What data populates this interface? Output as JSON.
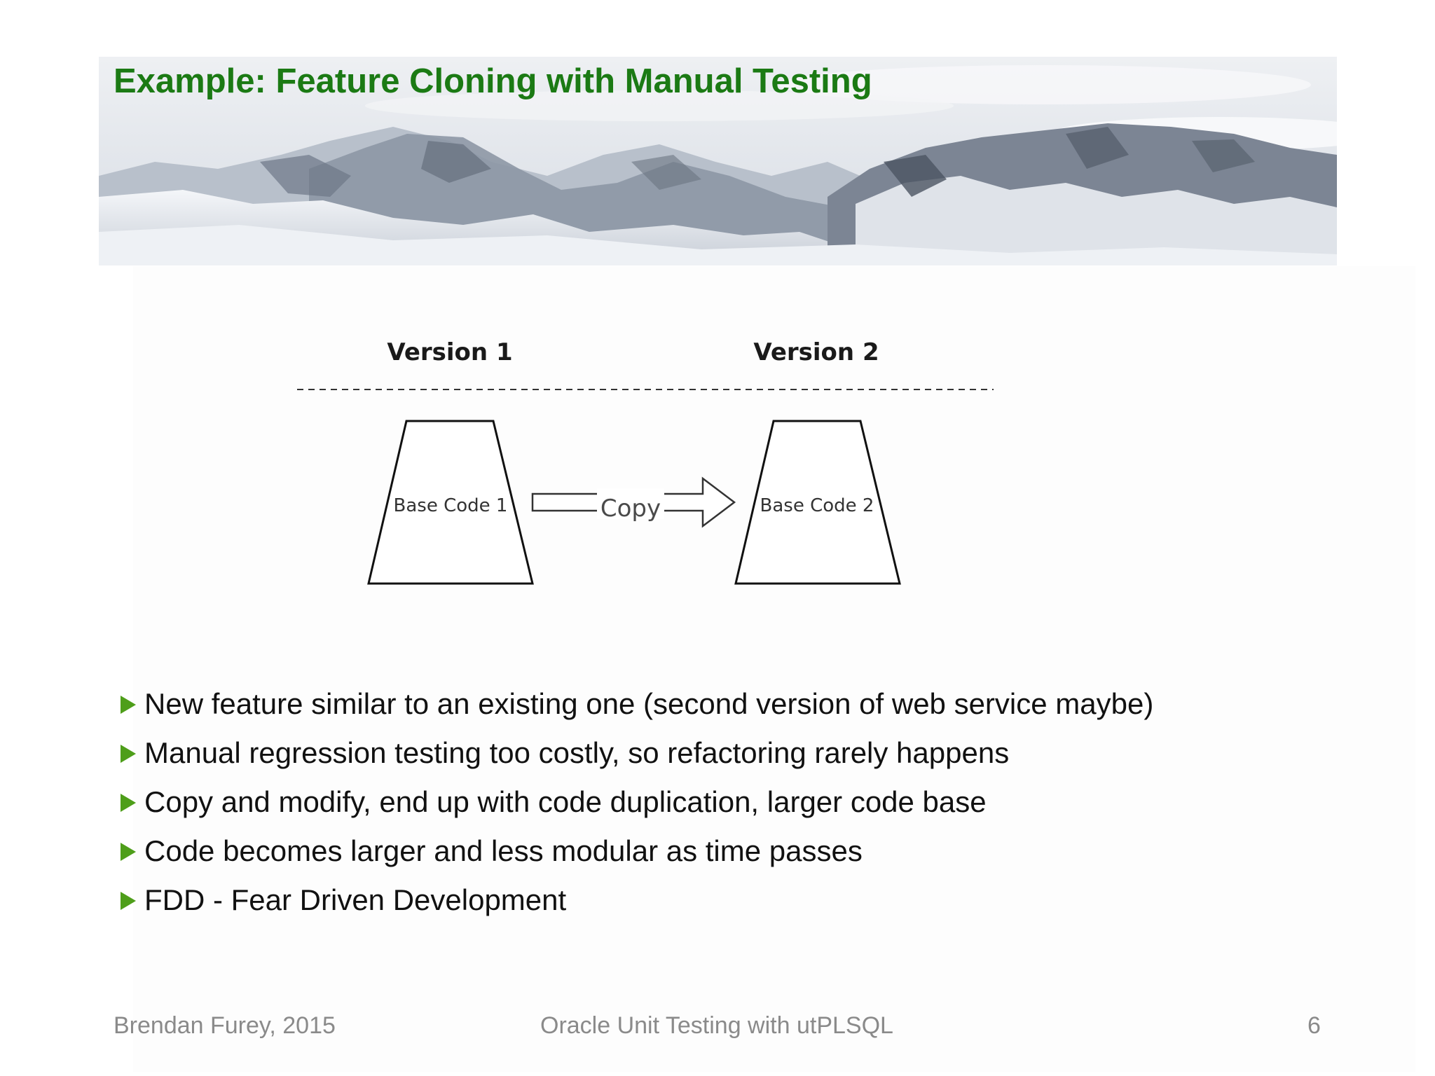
{
  "slide": {
    "title": "Example: Feature Cloning with Manual Testing"
  },
  "diagram": {
    "version_1_label": "Version 1",
    "version_2_label": "Version 2",
    "box_1_label": "Base Code 1",
    "box_2_label": "Base Code 2",
    "arrow_label": "Copy"
  },
  "bullets": [
    "New feature similar to an existing one (second version of web service maybe)",
    "Manual regression testing too costly, so refactoring rarely happens",
    "Copy and modify, end up with code duplication, larger code base",
    "Code becomes larger and less modular as time passes",
    "FDD - Fear Driven Development"
  ],
  "footer": {
    "author": "Brendan Furey, 2015",
    "presentation": "Oracle Unit Testing with utPLSQL",
    "page_number": "6"
  },
  "colors": {
    "title": "#1b7a14",
    "bullet_marker": "#4e9e1a",
    "footer_text": "#8a8a8a"
  }
}
